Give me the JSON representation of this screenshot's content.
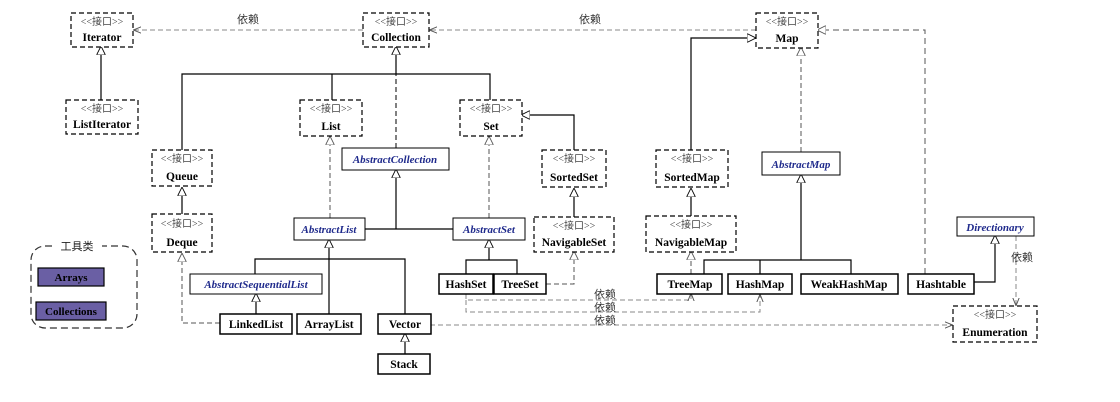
{
  "stereotype": "<<接口>>",
  "dependency_label": "依赖",
  "tools_title": "工具类",
  "tools": [
    "Arrays",
    "Collections"
  ],
  "interfaces": {
    "iterator": "Iterator",
    "list_iterator": "ListIterator",
    "collection": "Collection",
    "list": "List",
    "set": "Set",
    "queue": "Queue",
    "deque": "Deque",
    "sorted_set": "SortedSet",
    "navigable_set": "NavigableSet",
    "map": "Map",
    "sorted_map": "SortedMap",
    "navigable_map": "NavigableMap",
    "enumeration": "Enumeration"
  },
  "abstract_classes": {
    "abstract_collection": "AbstractCollection",
    "abstract_list": "AbstractList",
    "abstract_set": "AbstractSet",
    "abstract_sequential_list": "AbstractSequentialList",
    "abstract_map": "AbstractMap",
    "dictionary": "Directionary"
  },
  "classes": {
    "hash_set": "HashSet",
    "tree_set": "TreeSet",
    "linked_list": "LinkedList",
    "array_list": "ArrayList",
    "vector": "Vector",
    "stack": "Stack",
    "tree_map": "TreeMap",
    "hash_map": "HashMap",
    "weak_hash_map": "WeakHashMap",
    "hashtable": "Hashtable"
  },
  "colors": {
    "abstract_text": "#1f2a8c",
    "tool_fill": "#6a5fa4"
  }
}
